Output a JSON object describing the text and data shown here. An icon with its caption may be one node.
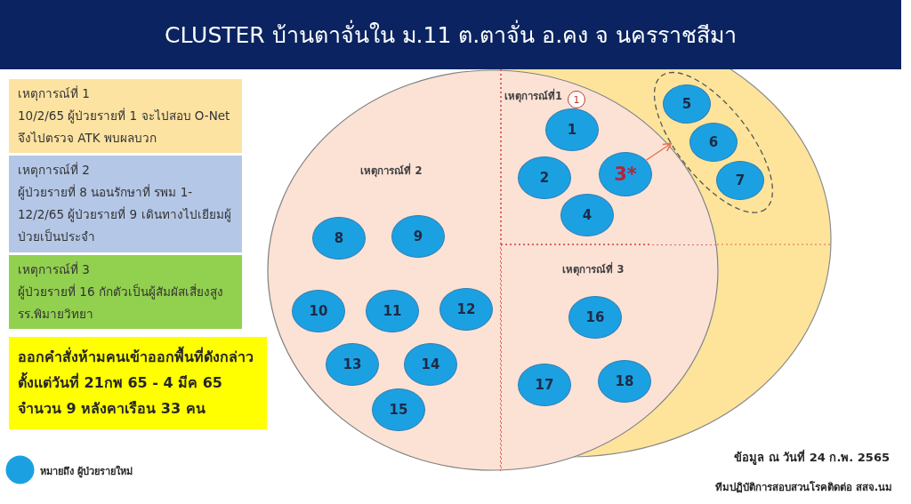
{
  "diagram": {
    "title": "CLUSTER บ้านตาจั่นใน ม.11 ต.ตาจั่น อ.คง จ นครราชสีมา",
    "nodes": [
      {
        "text": [
          "เหตุการณ์ที่ 1",
          "10/2/65 ผู้ป่วยรายที่ 1 จะไปสอบ O-Net จึงไปตรวจ ATK พบผลบวก"
        ]
      },
      {
        "text": [
          "เหตุการณ์ที่ 2",
          "ผู้ป่วยรายที่ 8 นอนรักษาที่ รพม 1-12/2/65 ผู้ป่วยรายที่ 9 เดินทางไปเยียมผู้ป่วยเป็นประจำ"
        ]
      },
      {
        "text": [
          "เหตุการณ์ที่ 3",
          "ผู้ป่วยรายที่ 16 กักตัวเป็นผู้สัมผัสเสี่ยงสูง รร.พิมายวิทยา"
        ]
      },
      {
        "text": [
          "ออกคำสั่งห้ามคนเข้าออกพื้นที่ดังกล่าว",
          "ตั้งแต่วันที่ 21กพ 65 - 4 มีค 65",
          "จำนวน 9 หลังคาเรือน 33 คน"
        ]
      },
      {
        "text": [],
        "shape": "circle"
      },
      {
        "text": [],
        "shape": "circle"
      },
      {
        "text": [
          "เหตุการณ์ที่1"
        ],
        "in": 5
      },
      {
        "text": [
          "1"
        ],
        "in": 6
      },
      {
        "text": [
          "1"
        ],
        "in": 6
      },
      {
        "text": [
          "2"
        ],
        "in": 6
      },
      {
        "text": [
          "3*"
        ],
        "in": 6
      },
      {
        "text": [
          "4"
        ],
        "in": 6
      },
      {
        "text": [],
        "shape": "ellipse",
        "in": 4
      },
      {
        "text": [
          "5"
        ],
        "in": 12
      },
      {
        "text": [
          "6"
        ],
        "in": 12
      },
      {
        "text": [
          "7"
        ],
        "in": 12
      },
      {
        "text": [
          "เหตุการณ์ที่ 2"
        ],
        "in": 5
      },
      {
        "text": [
          "8"
        ],
        "in": 16
      },
      {
        "text": [
          "9"
        ],
        "in": 16
      },
      {
        "text": [
          "10"
        ],
        "in": 16
      },
      {
        "text": [
          "11"
        ],
        "in": 16
      },
      {
        "text": [
          "12"
        ],
        "in": 16
      },
      {
        "text": [
          "13"
        ],
        "in": 16
      },
      {
        "text": [
          "14"
        ],
        "in": 16
      },
      {
        "text": [
          "15"
        ],
        "in": 16
      },
      {
        "text": [
          "เหตุการณ์ที่ 3"
        ],
        "in": 5
      },
      {
        "text": [
          "16"
        ],
        "in": 25
      },
      {
        "text": [
          "17"
        ],
        "in": 25
      },
      {
        "text": [
          "18"
        ],
        "in": 25
      }
    ],
    "edges": [
      {
        "from": 10,
        "to": 12,
        "arrow": "to",
        "color": "#e2704f"
      }
    ],
    "labels": [
      "ข้อมูล ณ วันที่ 24 ก.พ. 2565",
      "ทีมปฏิบัติการสอบสวนโรคติดต่อ สสจ.นม"
    ],
    "legend": [
      {
        "text": "หมายถึง ผู้ป่วยรายใหม่",
        "color": "#1ba1e2"
      }
    ]
  }
}
